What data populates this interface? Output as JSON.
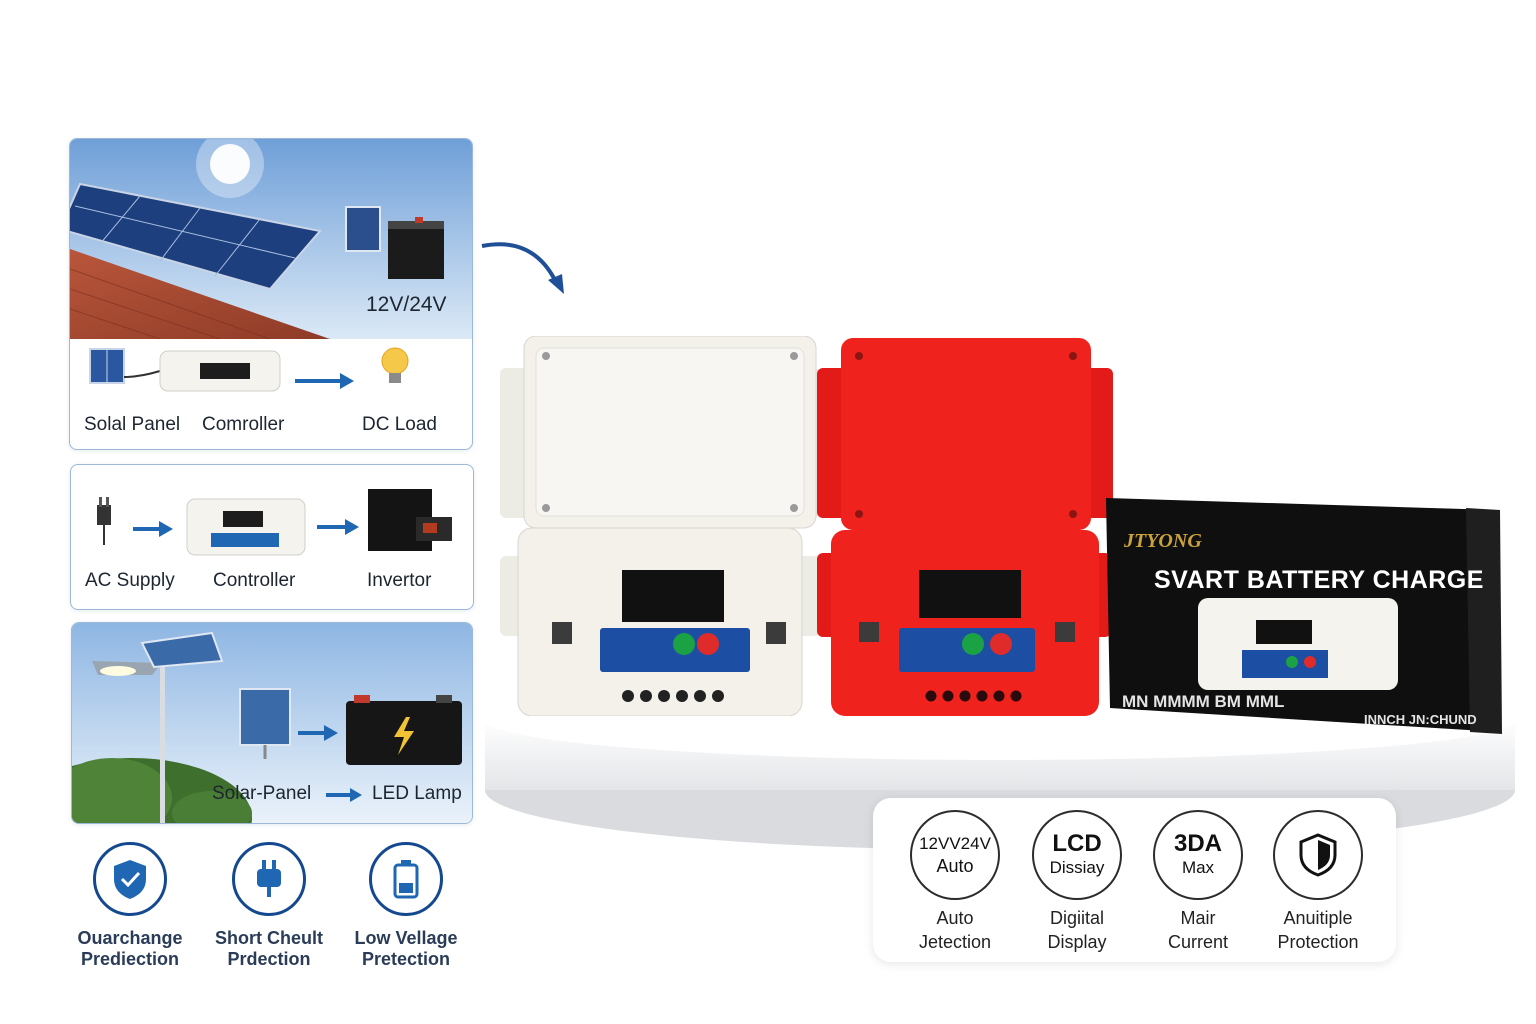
{
  "panel1": {
    "voltage_label": "12V/24V",
    "flow": [
      "Solal Panel",
      "Comroller",
      "DC Load"
    ]
  },
  "panel2": {
    "flow": [
      "AC Supply",
      "Controller",
      "Invertor"
    ]
  },
  "panel3": {
    "flow": [
      "Solar-Panel",
      "LED Lamp"
    ]
  },
  "protections": [
    {
      "icon": "shield-icon",
      "line1": "Ouarchange",
      "line2": "Prediection"
    },
    {
      "icon": "plug-icon",
      "line1": "Short Cheult",
      "line2": "Prdection"
    },
    {
      "icon": "battery-icon",
      "line1": "Low Vellage",
      "line2": "Pretection"
    }
  ],
  "box": {
    "brand": "JTYONG",
    "title": "SVART BATTERY CHARGE",
    "side_text": "MN MMMM BM MML",
    "corner_text": "INNCH JN:CHUND"
  },
  "features": [
    {
      "big": "12VV24V",
      "small": "Auto",
      "l1": "Auto",
      "l2": "Jetection"
    },
    {
      "big": "LCD",
      "small": "Dissiay",
      "l1": "Digiital",
      "l2": "Display"
    },
    {
      "big": "3DA",
      "small": "Max",
      "l1": "Mair",
      "l2": "Current"
    },
    {
      "big": "",
      "small": "",
      "l1": "Anuitiple",
      "l2": "Protection",
      "icon": "shield-check-icon"
    }
  ],
  "colors": {
    "accent": "#1f66b3",
    "red_unit": "#f0221e",
    "white_unit": "#f3f1ea",
    "box": "#111111"
  }
}
